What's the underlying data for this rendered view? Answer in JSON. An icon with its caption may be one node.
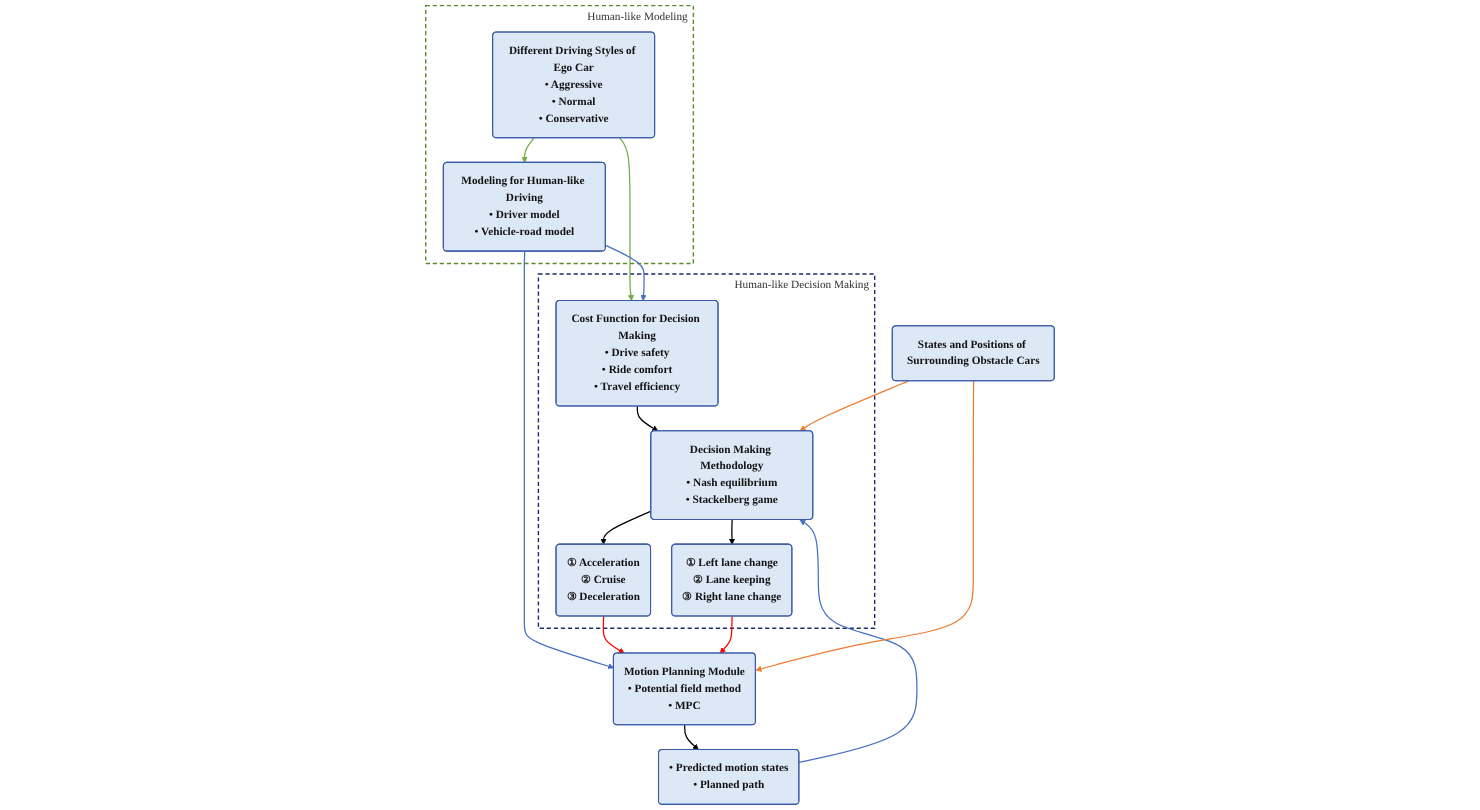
{
  "diagram": {
    "nodes": [
      {
        "text": [
          "Human-like Decision Making"
        ]
      },
      {
        "text": [
          "Cost Function for Decision Making",
          "• Drive safety",
          "• Ride comfort",
          "• Travel efficiency"
        ],
        "in": 0
      },
      {
        "text": [
          "Decision Making Methodology",
          "• Nash equilibrium",
          "• Stackelberg game"
        ],
        "in": 0
      },
      {
        "text": [
          "① Left lane change",
          "② Lane keeping",
          "③ Right lane change"
        ],
        "in": 0
      },
      {
        "text": [
          "① Acceleration",
          "② Cruise",
          "③ Deceleration"
        ],
        "in": 0
      },
      {
        "text": [
          "Human-like Modeling"
        ]
      },
      {
        "text": [
          "Different Driving Styles of Ego Car",
          "• Aggressive",
          "• Normal",
          "• Conservative"
        ],
        "in": 5
      },
      {
        "text": [
          "Modeling for Human-like Driving",
          "• Driver model",
          "• Vehicle-road model"
        ],
        "in": 5
      },
      {
        "text": [
          "Motion Planning Module",
          "• Potential field method",
          "• MPC"
        ]
      },
      {
        "text": [
          "• Predicted motion states",
          "• Planned path"
        ]
      },
      {
        "text": [
          "States and Positions of Surrounding Obstacle Cars"
        ]
      }
    ],
    "edges": [
      {
        "from": 6,
        "to": 1,
        "arrow": "to",
        "color": "#70ad47"
      },
      {
        "from": 7,
        "to": 1,
        "arrow": "to",
        "color": "#4472c4"
      },
      {
        "from": 1,
        "to": 2,
        "arrow": "to"
      },
      {
        "from": 2,
        "to": 3,
        "arrow": "to"
      },
      {
        "from": 2,
        "to": 4,
        "arrow": "to"
      },
      {
        "from": 6,
        "to": 7,
        "arrow": "to",
        "color": "#70ad47"
      },
      {
        "from": 7,
        "to": 8,
        "arrow": "to",
        "color": "#4472c4"
      },
      {
        "from": 4,
        "to": 8,
        "arrow": "to",
        "color": "#ff0000"
      },
      {
        "from": 3,
        "to": 8,
        "arrow": "to",
        "color": "#ff0000"
      },
      {
        "from": 8,
        "to": 9,
        "arrow": "to"
      },
      {
        "from": 9,
        "to": 2,
        "arrow": "to",
        "color": "#4472c4"
      },
      {
        "from": 10,
        "to": 2,
        "arrow": "to",
        "color": "#ed7d31"
      },
      {
        "from": 10,
        "to": 8,
        "arrow": "to",
        "color": "#ed7d31"
      }
    ]
  }
}
